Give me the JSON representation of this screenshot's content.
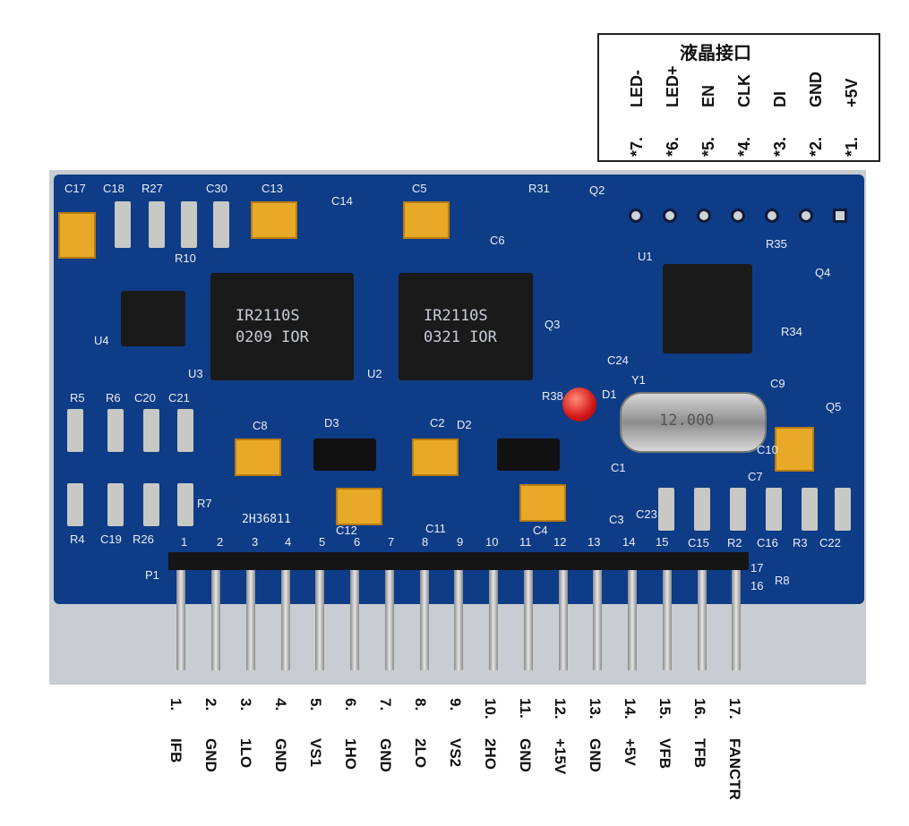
{
  "lcd_interface": {
    "title": "液晶接口",
    "pins": [
      {
        "num": "*7.",
        "name": "LED-"
      },
      {
        "num": "*6.",
        "name": "LED+"
      },
      {
        "num": "*5.",
        "name": "EN"
      },
      {
        "num": "*4.",
        "name": "CLK"
      },
      {
        "num": "*3.",
        "name": "DI"
      },
      {
        "num": "*2.",
        "name": "GND"
      },
      {
        "num": "*1.",
        "name": "+5V"
      }
    ]
  },
  "board": {
    "chips": [
      {
        "line1": "IR2110S",
        "line2": "0209 IOR"
      },
      {
        "line1": "IR2110S",
        "line2": "0321 IOR"
      }
    ],
    "crystal_label": "12.000",
    "code": "2H36811",
    "silkscreen": [
      "C17",
      "C18",
      "R27",
      "C30",
      "C13",
      "C14",
      "C5",
      "R31",
      "Q2",
      "C6",
      "R10",
      "U4",
      "U3",
      "U2",
      "Q3",
      "U1",
      "R35",
      "Q4",
      "R34",
      "Y1",
      "D1",
      "R38",
      "C24",
      "C9",
      "Q5",
      "R5",
      "R6",
      "C20",
      "C21",
      "C8",
      "D3",
      "C2",
      "D2",
      "C12",
      "C11",
      "C4",
      "C3",
      "C1",
      "C10",
      "C7",
      "R4",
      "C19",
      "R26",
      "R7",
      "C23",
      "C15",
      "R2",
      "C16",
      "R3",
      "C22",
      "P1",
      "R8"
    ],
    "header_numbers": [
      "1",
      "2",
      "3",
      "4",
      "5",
      "6",
      "7",
      "8",
      "9",
      "10",
      "11",
      "12",
      "13",
      "14",
      "15",
      "17",
      "16"
    ]
  },
  "pin_labels": [
    {
      "num": "1.",
      "name": "IFB"
    },
    {
      "num": "2.",
      "name": "GND"
    },
    {
      "num": "3.",
      "name": "1LO"
    },
    {
      "num": "4.",
      "name": "GND"
    },
    {
      "num": "5.",
      "name": "VS1"
    },
    {
      "num": "6.",
      "name": "1HO"
    },
    {
      "num": "7.",
      "name": "GND"
    },
    {
      "num": "8.",
      "name": "2LO"
    },
    {
      "num": "9.",
      "name": "VS2"
    },
    {
      "num": "10.",
      "name": "2HO"
    },
    {
      "num": "11.",
      "name": "GND"
    },
    {
      "num": "12.",
      "name": "+15V"
    },
    {
      "num": "13.",
      "name": "GND"
    },
    {
      "num": "14.",
      "name": "+5V"
    },
    {
      "num": "15.",
      "name": "VFB"
    },
    {
      "num": "16.",
      "name": "TFB"
    },
    {
      "num": "17.",
      "name": "FANCTR"
    }
  ],
  "colors": {
    "board": "#0e3c86",
    "capacitor": "#e8a928",
    "led": "#d41515"
  }
}
